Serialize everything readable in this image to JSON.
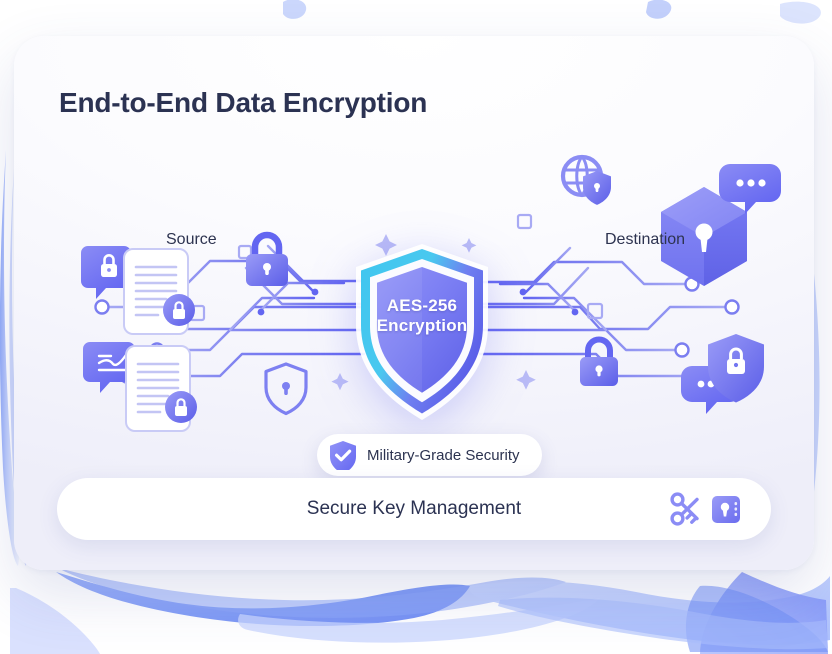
{
  "card": {
    "title": "End-to-End Data Encryption"
  },
  "illustration": {
    "source_label": "Source",
    "destination_label": "Destination",
    "shield": {
      "line1": "AES-256",
      "line2": "Encryption",
      "icon": "shield-icon"
    },
    "left_icons": [
      {
        "name": "speech-bubble-lock-icon"
      },
      {
        "name": "document-locked-icon"
      },
      {
        "name": "speech-bubble-signature-icon"
      },
      {
        "name": "document-locked-icon"
      },
      {
        "name": "padlock-icon"
      },
      {
        "name": "shield-keyhole-icon"
      }
    ],
    "right_icons": [
      {
        "name": "globe-shield-icon"
      },
      {
        "name": "cube-keyhole-icon"
      },
      {
        "name": "speech-bubble-dots-icon"
      },
      {
        "name": "speech-bubble-dots-icon"
      },
      {
        "name": "shield-padlock-icon"
      },
      {
        "name": "padlock-icon"
      }
    ]
  },
  "badge": {
    "label": "Military-Grade Security",
    "icon": "shield-check-icon"
  },
  "bottom_bar": {
    "label": "Secure Key Management",
    "icons": [
      {
        "name": "crossed-keys-icon"
      },
      {
        "name": "vault-lock-icon"
      }
    ]
  },
  "colors": {
    "accent": "#6366f1",
    "accent_light": "#8b8cf5",
    "cyan": "#3fc6ef",
    "title": "#2b3252",
    "card_bg": "#f6f6fc",
    "blob_blue": "#6f8ef5"
  }
}
